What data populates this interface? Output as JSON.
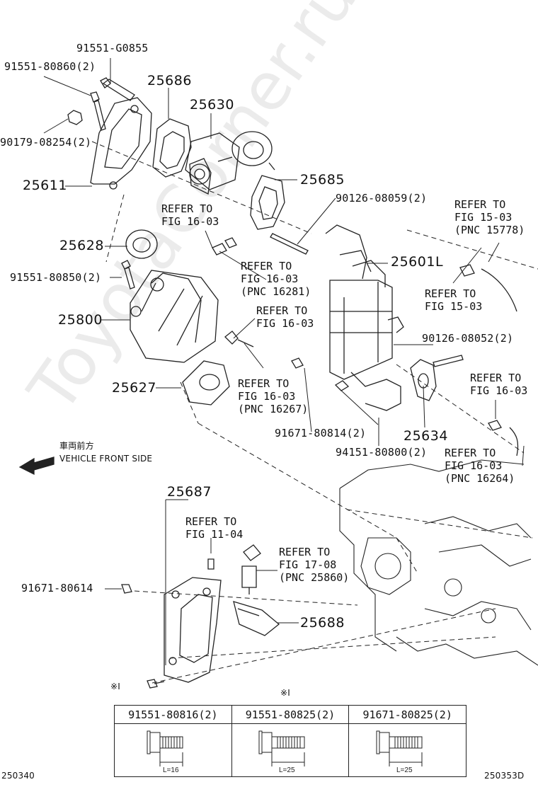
{
  "watermark": "ToyotaCorner.ru",
  "part_labels": {
    "p1": "91551-G0855",
    "p2": "91551-80860(2)",
    "p3": "25686",
    "p4": "25630",
    "p5": "90179-08254(2)",
    "p6": "25611",
    "p7": "25685",
    "p8": "90126-08059(2)",
    "p9": "25628",
    "p10": "91551-80850(2)",
    "p11": "25601L",
    "p12": "25800",
    "p13": "90126-08052(2)",
    "p14": "25627",
    "p15": "91671-80814(2)",
    "p16": "25634",
    "p17": "94151-80800(2)",
    "p18": "25687",
    "p19": "91671-80614",
    "p20": "25688"
  },
  "references": {
    "r1": "REFER TO\nFIG 16-03",
    "r2": "REFER TO\nFIG 16-03\n(PNC 16281)",
    "r3": "REFER TO\nFIG 16-03",
    "r4": "REFER TO\nFIG 16-03\n(PNC 16267)",
    "r5": "REFER TO\nFIG 15-03\n(PNC 15778)",
    "r6": "REFER TO\nFIG 15-03",
    "r7": "REFER TO\nFIG 16-03",
    "r8": "REFER TO\nFIG 16-03\n(PNC 16264)",
    "r9": "REFER TO\nFIG 11-04",
    "r10": "REFER TO\nFIG 17-08\n(PNC 25860)"
  },
  "direction": {
    "japanese": "車両前方",
    "english": "VEHICLE FRONT SIDE"
  },
  "note_marks": {
    "bolt_mark": "※I",
    "table_mark": "※I"
  },
  "bolt_table": {
    "headers": [
      "91551-80816(2)",
      "91551-80825(2)",
      "91671-80825(2)"
    ],
    "lengths": [
      "L=16",
      "L=25",
      "L=25"
    ]
  },
  "footer": {
    "left_code": "250340",
    "right_code": "250353D"
  }
}
